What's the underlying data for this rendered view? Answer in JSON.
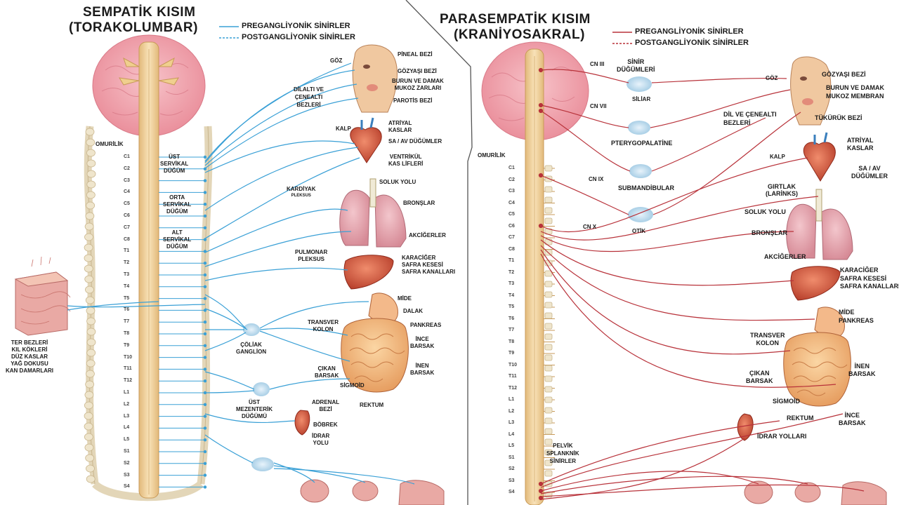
{
  "colors": {
    "sympathetic_nerve": "#3aa0d6",
    "parasympathetic_nerve": "#b8323a",
    "brain": "#f2a3ae",
    "spine": "#f0d4a0",
    "organ": "#d6583e"
  },
  "sympathetic": {
    "title_line1": "SEMPATİK KISIM",
    "title_line2": "(TORAKOLUMBAR)",
    "legend_pre": "PREGANGLİYONİK SİNİRLER",
    "legend_post": "POSTGANGLİYONİK SİNİRLER",
    "spinal_cord": "OMURİLİK",
    "ganglia": {
      "upper_cervical": [
        "ÜST",
        "SERVİKAL",
        "DÜĞÜM"
      ],
      "middle_cervical": [
        "ORTA",
        "SERVİKAL",
        "DÜĞÜM"
      ],
      "lower_cervical": [
        "ALT",
        "SERVİKAL",
        "DÜĞÜM"
      ],
      "cardiac_plexus": [
        "KARDİYAK",
        "PLEKSUS"
      ],
      "pulmonary_plexus": [
        "PULMONAR",
        "PLEKSUS"
      ],
      "celiac": [
        "ÇÖLİAK",
        "GANGLİON"
      ],
      "superior_mesenteric": [
        "ÜST",
        "MEZENTERİK",
        "DÜĞÜMÜ"
      ]
    },
    "organs": {
      "eye": "GÖZ",
      "pineal": "PİNEAL BEZİ",
      "pituitary": "GÖZYAŞI BEZİ",
      "nasal": [
        "BURUN VE DAMAK",
        "MUKOZ ZARLARI"
      ],
      "parotid": "PAROTİS BEZİ",
      "salivary": [
        "DİLALTI VE",
        "ÇENEALTI",
        "BEZLERİ"
      ],
      "heart": "KALP",
      "atrial": [
        "ATRİYAL",
        "KASLAR"
      ],
      "sa_av": "SA / AV DÜĞÜMLER",
      "ventricles": [
        "VENTRİKÜL",
        "KAS LİFLERİ"
      ],
      "airway": "SOLUK YOLU",
      "bronchi": "BRONŞLAR",
      "lungs": "AKCİĞERLER",
      "liver": [
        "KARACİĞER",
        "SAFRA KESESİ",
        "SAFRA KANALLARI"
      ],
      "stomach": "MİDE",
      "spleen": "DALAK",
      "pancreas": "PANKREAS",
      "transverse_colon": [
        "TRANSVER",
        "KOLON"
      ],
      "small_intestine": [
        "İNCE",
        "BARSAK"
      ],
      "descending_colon": [
        "İNEN",
        "BARSAK"
      ],
      "ascending_colon": [
        "ÇIKAN",
        "BARSAK"
      ],
      "sigmoid": "SİGMOİD",
      "rectum": "REKTUM",
      "adrenal": [
        "ADRENAL",
        "BEZİ"
      ],
      "kidney": "BÖBREK",
      "urinary": [
        "İDRAR",
        "YOLU"
      ],
      "skin_side": [
        "TER BEZLERİ",
        "KIL KÖKLERİ",
        "DÜZ KASLAR",
        "YAĞ DOKUSU",
        "KAN DAMARLARI"
      ]
    }
  },
  "parasympathetic": {
    "title_line1": "PARASEMPATİK KISIM",
    "title_line2": "(KRANİYOSAKRAL)",
    "legend_pre": "PREGANGLİYONİK SİNİRLER",
    "legend_post": "POSTGANGLİYONİK SİNİRLER",
    "spinal_cord": "OMURİLİK",
    "nerves": {
      "cn3": "CN III",
      "cn7": "CN VII",
      "cn9": "CN IX",
      "cn10": "CN X"
    },
    "ganglia": {
      "nerve_nodes": [
        "SİNİR",
        "DÜĞÜMLERİ"
      ],
      "ciliary": "SİLİAR",
      "pterygopalatine": "PTERYGOPALATİNE",
      "submandibular": "SUBMANDİBULAR",
      "otic": "OTİK",
      "pelvic": [
        "PELVİK",
        "SPLANKNİK",
        "SİNİRLER"
      ]
    },
    "organs": {
      "eye": "GÖZ",
      "lacrimal": "GÖZYAŞI BEZİ",
      "nasal": [
        "BURUN VE DAMAK",
        "MUKOZ MEMBRAN"
      ],
      "salivary_tongue": [
        "DİL VE ÇENEALTI",
        "BEZLERİ"
      ],
      "parotid": "TÜKÜRÜK BEZİ",
      "heart": "KALP",
      "atrial": [
        "ATRİYAL",
        "KASLAR"
      ],
      "sa_av": [
        "SA / AV",
        "DÜĞÜMLER"
      ],
      "larynx": [
        "GIRTLAK",
        "(LARİNKS)"
      ],
      "airway": "SOLUK YOLU",
      "bronchi": "BRONŞLAR",
      "lungs": "AKCİĞERLER",
      "liver": [
        "KARACİĞER",
        "SAFRA KESESİ",
        "SAFRA KANALLARI"
      ],
      "stomach": [
        "MİDE",
        "PANKREAS"
      ],
      "transverse_colon": [
        "TRANSVER",
        "KOLON"
      ],
      "descending_colon": [
        "İNEN",
        "BARSAK"
      ],
      "ascending_colon": [
        "ÇIKAN",
        "BARSAK"
      ],
      "sigmoid": "SİGMOİD",
      "rectum": "REKTUM",
      "small_intestine": [
        "İNCE",
        "BARSAK"
      ],
      "urinary": "İDRAR YOLLARI"
    }
  },
  "vertebrae_left": [
    "C1",
    "C2",
    "C3",
    "C4",
    "C5",
    "C6",
    "C7",
    "C8",
    "T1",
    "T2",
    "T3",
    "T4",
    "T5",
    "T6",
    "T7",
    "T8",
    "T9",
    "T10",
    "T11",
    "T12",
    "L1",
    "L2",
    "L3",
    "L4",
    "L5",
    "S1",
    "S2",
    "S3",
    "S4"
  ],
  "vertebrae_right": [
    "C1",
    "C2",
    "C3",
    "C4",
    "C5",
    "C6",
    "C7",
    "C8",
    "T1",
    "T2",
    "T3",
    "T4",
    "T5",
    "T6",
    "T7",
    "T8",
    "T9",
    "T10",
    "T11",
    "T12",
    "L1",
    "L2",
    "L3",
    "L4",
    "L5",
    "S1",
    "S2",
    "S3",
    "S4"
  ]
}
